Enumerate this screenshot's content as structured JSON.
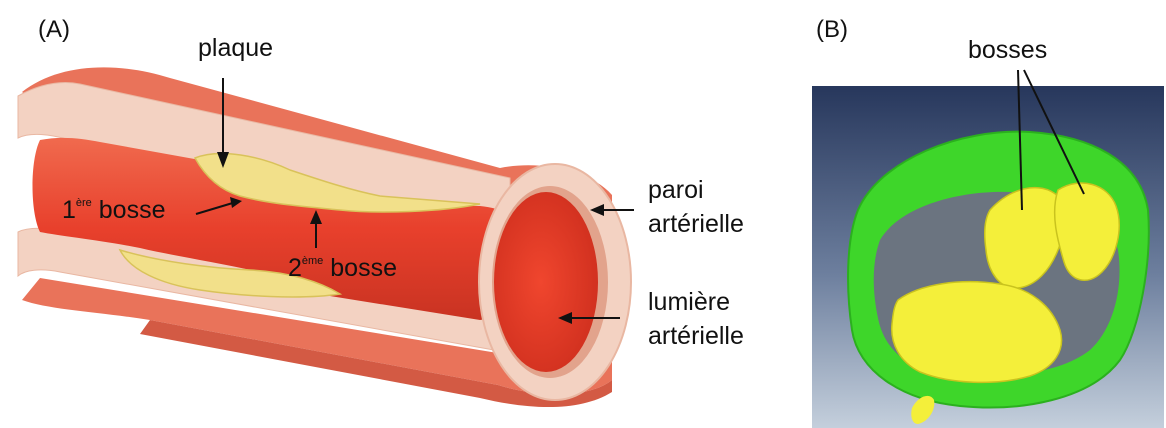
{
  "panel_a": {
    "letter": "(A)",
    "labels": {
      "plaque": "plaque",
      "first_bump_num": "1",
      "first_bump_sup": "ère",
      "first_bump_word": " bosse",
      "second_bump_num": "2",
      "second_bump_sup": "ème",
      "second_bump_word": " bosse",
      "wall_line1": "paroi",
      "wall_line2": "artérielle",
      "lumen_line1": "lumière",
      "lumen_line2": "artérielle"
    }
  },
  "panel_b": {
    "letter": "(B)",
    "label_bumps": "bosses"
  },
  "colors": {
    "vessel_outer": "#e9735a",
    "vessel_outer_dark": "#d35a44",
    "wall_layer": "#f3d2c2",
    "lumen_blood": "#e8402c",
    "lumen_dark": "#c0281c",
    "plaque": "#f2e08a",
    "render_green": "#3ed62a",
    "render_yellow": "#f4ef3a",
    "render_bg_top": "#2a3a5e",
    "render_bg_bottom": "#b9c6d8"
  }
}
